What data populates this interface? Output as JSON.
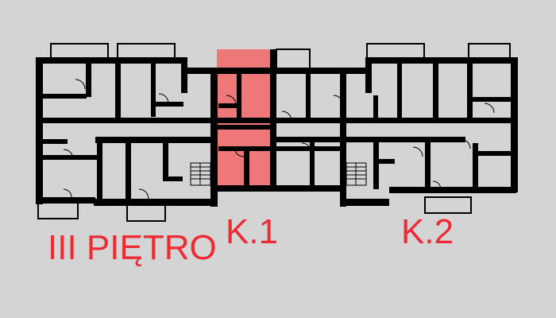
{
  "floor_label": "III PIĘTRO",
  "units": [
    {
      "id": "K.1",
      "highlighted": true
    },
    {
      "id": "K.2",
      "highlighted": false
    }
  ],
  "colors": {
    "background": "#d4d4d4",
    "wall": "#000000",
    "highlight": "#ee7777",
    "label": "#ee2b33"
  }
}
